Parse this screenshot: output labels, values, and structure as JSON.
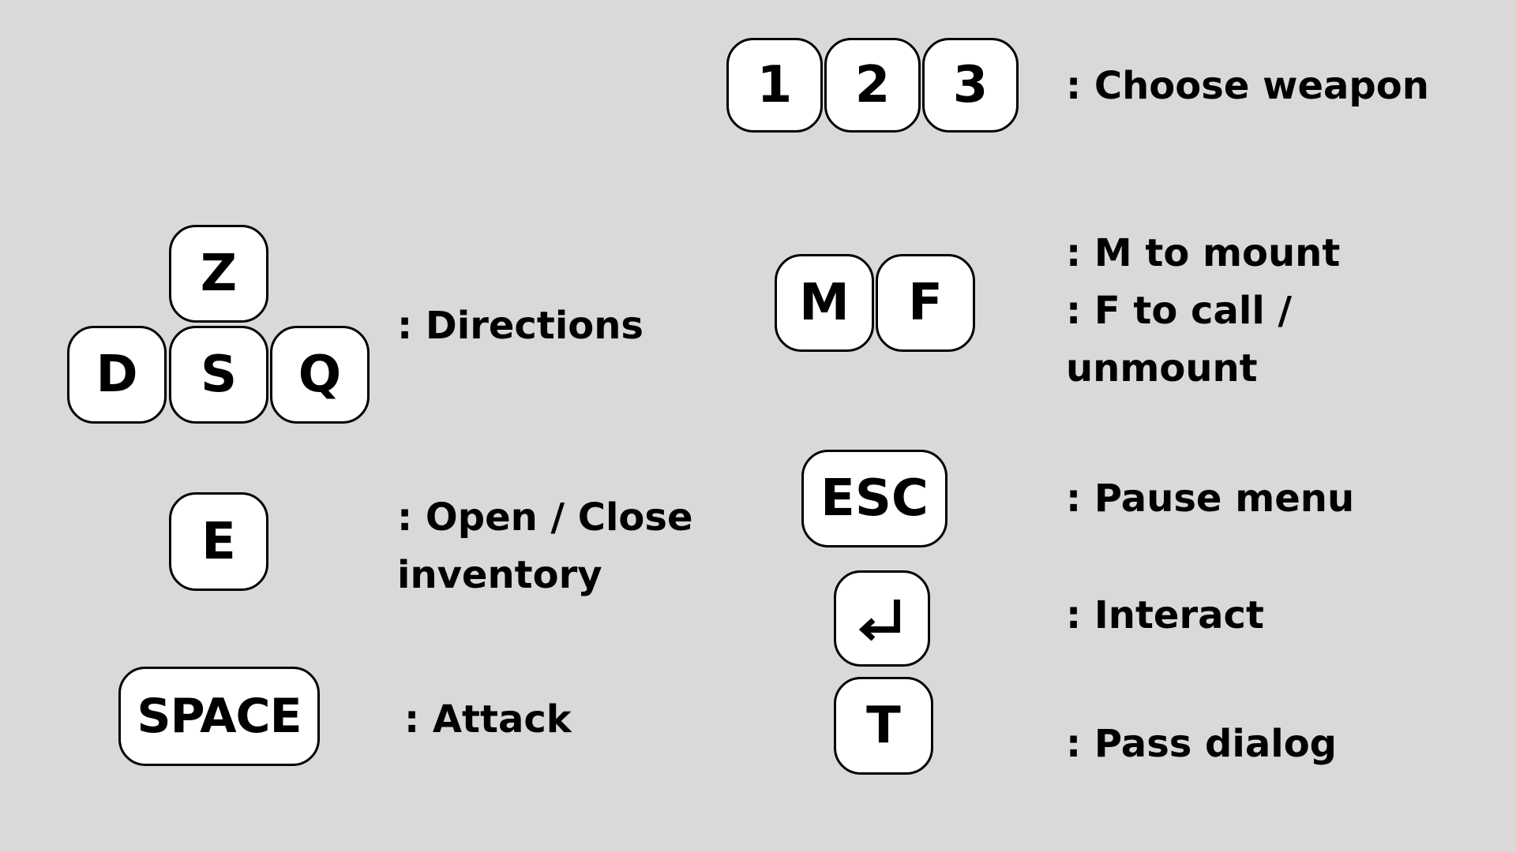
{
  "background_color": "#d9d9d9",
  "key_fill_color": "#ffffff",
  "key_border_color": "#000000",
  "weapon": {
    "keys": [
      "1",
      "2",
      "3"
    ],
    "label": ": Choose weapon"
  },
  "directions": {
    "keys": {
      "up": "Z",
      "left": "D",
      "down": "S",
      "right": "Q"
    },
    "label": ": Directions"
  },
  "mount": {
    "keys": [
      "M",
      "F"
    ],
    "label_lines": [
      ": M to mount",
      ": F to call /",
      "unmount"
    ]
  },
  "inventory": {
    "key": "E",
    "label_lines": [
      ": Open / Close",
      "inventory"
    ]
  },
  "pause": {
    "key": "ESC",
    "label": ": Pause menu"
  },
  "interact": {
    "key_icon": "enter-return-icon",
    "label": ": Interact"
  },
  "attack": {
    "key": "SPACE",
    "label": ": Attack"
  },
  "dialog": {
    "key": "T",
    "label": ": Pass dialog"
  }
}
